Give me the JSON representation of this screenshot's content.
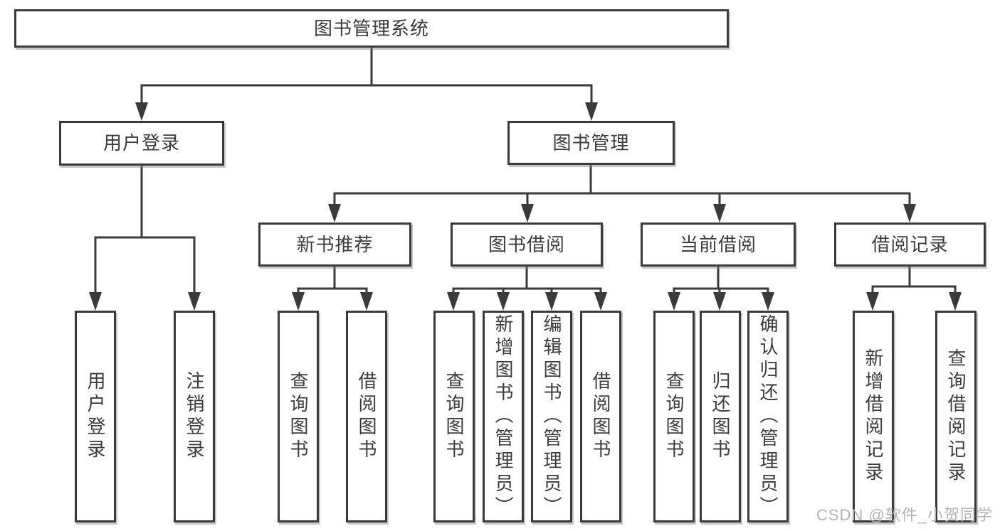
{
  "diagram_type": "hierarchy-tree",
  "tree": {
    "label": "图书管理系统",
    "children": [
      {
        "label": "用户登录",
        "children": [
          {
            "label": "用户登录"
          },
          {
            "label": "注销登录"
          }
        ]
      },
      {
        "label": "图书管理",
        "children": [
          {
            "label": "新书推荐",
            "children": [
              {
                "label": "查询图书"
              },
              {
                "label": "借阅图书"
              }
            ]
          },
          {
            "label": "图书借阅",
            "children": [
              {
                "label": "查询图书"
              },
              {
                "label": "新增图书（管理员）"
              },
              {
                "label": "编辑图书（管理员）"
              },
              {
                "label": "借阅图书"
              }
            ]
          },
          {
            "label": "当前借阅",
            "children": [
              {
                "label": "查询图书"
              },
              {
                "label": "归还图书"
              },
              {
                "label": "确认归还（管理员）"
              }
            ]
          },
          {
            "label": "借阅记录",
            "children": [
              {
                "label": "新增借阅记录"
              },
              {
                "label": "查询借阅记录"
              }
            ]
          }
        ]
      }
    ]
  },
  "watermark": "CSDN @软件_小贺同学",
  "colors": {
    "line": "#3a3a3a",
    "box_border": "#3a3a3a",
    "text": "#3b3b3b",
    "watermark": "#b4b4b4",
    "background": "#ffffff"
  }
}
